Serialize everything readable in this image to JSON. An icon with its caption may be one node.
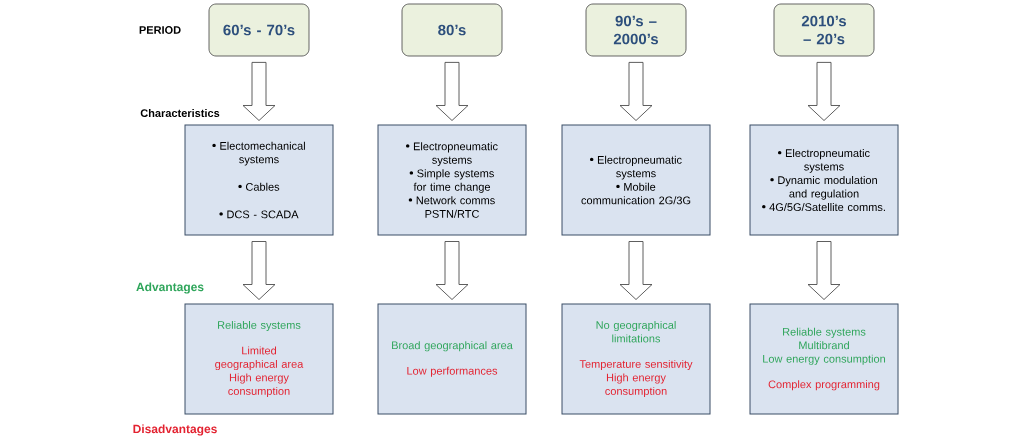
{
  "diagram": {
    "nodes": [
      {
        "text": [
          "60’s - 70’s"
        ]
      },
      {
        "text": [
          "80’s"
        ]
      },
      {
        "text": [
          "90’s – 2000’s"
        ]
      },
      {
        "text": [
          "2010’s – 20’s"
        ]
      },
      {
        "text": [
          "Electomechanical systems",
          "Cables",
          "DCS - SCADA"
        ]
      },
      {
        "text": [
          "Electropneumatic systems",
          "Simple systems for time change",
          "Network comms PSTN/RTC"
        ]
      },
      {
        "text": [
          "Electropneumatic systems",
          "Mobile communication 2G/3G"
        ]
      },
      {
        "text": [
          "Electropneumatic systems",
          "Dynamic modulation and regulation",
          "4G/5G/Satellite comms."
        ]
      },
      {
        "text": [
          "Reliable systems",
          "Limited geographical area",
          "High energy consumption"
        ]
      },
      {
        "text": [
          "Broad geographical area",
          "Low performances"
        ]
      },
      {
        "text": [
          "No geographical limitations",
          "Temperature sensitivity",
          "High energy consumption"
        ]
      },
      {
        "text": [
          "Reliable systems",
          "Multibrand",
          "Low energy consumption",
          "Complex programming"
        ]
      }
    ],
    "edges": [
      {
        "from": 0,
        "to": 4,
        "arrow": "to"
      },
      {
        "from": 1,
        "to": 5,
        "arrow": "to"
      },
      {
        "from": 2,
        "to": 6,
        "arrow": "to"
      },
      {
        "from": 3,
        "to": 7,
        "arrow": "to"
      },
      {
        "from": 4,
        "to": 8,
        "arrow": "to"
      },
      {
        "from": 5,
        "to": 9,
        "arrow": "to"
      },
      {
        "from": 6,
        "to": 10,
        "arrow": "to"
      },
      {
        "from": 7,
        "to": 11,
        "arrow": "to"
      }
    ],
    "labels": [
      "PERIOD",
      "Characteristics",
      "Advantages",
      "Disadvantages"
    ]
  }
}
